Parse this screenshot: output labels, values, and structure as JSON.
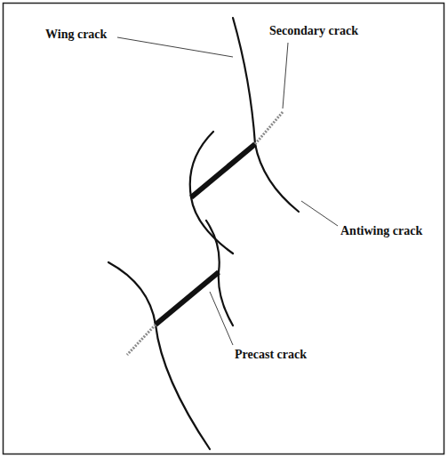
{
  "diagram": {
    "labels": [
      "Wing crack",
      "Secondary crack",
      "Antiwing crack",
      "Precast crack"
    ]
  }
}
